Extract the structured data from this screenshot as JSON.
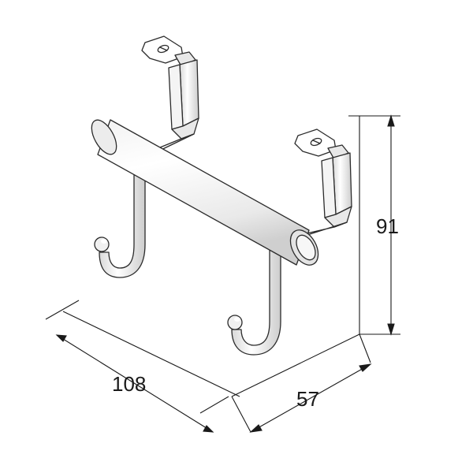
{
  "dimensions": {
    "height": "91",
    "width": "108",
    "depth": "57"
  },
  "colors": {
    "line": "#2b2b2b",
    "fill": "#ffffff",
    "shade": "#e6e6e6"
  }
}
